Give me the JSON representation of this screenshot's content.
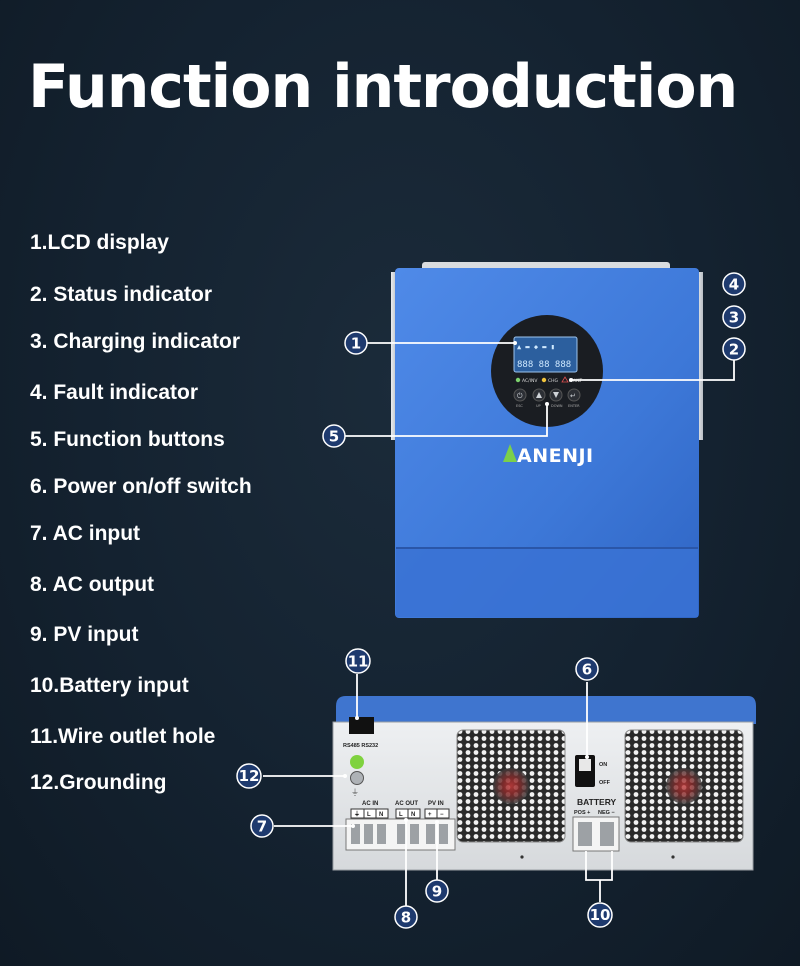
{
  "title": "Function introduction",
  "features": [
    "1.LCD display",
    "2. Status indicator",
    "3. Charging indicator",
    "4. Fault indicator",
    "5. Function buttons",
    "6. Power on/off switch",
    "7. AC input",
    "8. AC output",
    "9. PV input",
    "10.Battery input",
    "11.Wire outlet hole",
    "12.Grounding"
  ],
  "callouts": [
    "1",
    "2",
    "3",
    "4",
    "5",
    "6",
    "7",
    "8",
    "9",
    "10",
    "11",
    "12"
  ],
  "front_panel": {
    "brand": "ANENJI",
    "indicators": [
      "AC/INV",
      "CHG",
      "FAULT"
    ],
    "buttons": [
      "ESC",
      "UP",
      "DOWN",
      "ENTER"
    ]
  },
  "rear_panel": {
    "comm_port_label": "RS485  RS232",
    "terminal_groups": [
      "AC IN",
      "AC OUT",
      "PV IN"
    ],
    "ac_in_terminals": [
      "⏚",
      "L",
      "N"
    ],
    "ac_out_terminals": [
      "L",
      "N"
    ],
    "pv_terminals": [
      "+",
      "−"
    ],
    "battery_label": "BATTERY",
    "battery_pos": "POS +",
    "battery_neg": "NEG −",
    "switch_on": "ON",
    "switch_off": "OFF"
  },
  "colors": {
    "background": "#142230",
    "callout_fill": "#1e3a6e",
    "callout_line": "#ffffff",
    "device_blue": "#3d78d8",
    "device_blue_dark": "#2c5cb5",
    "rear_panel": "#e4e6e8"
  }
}
